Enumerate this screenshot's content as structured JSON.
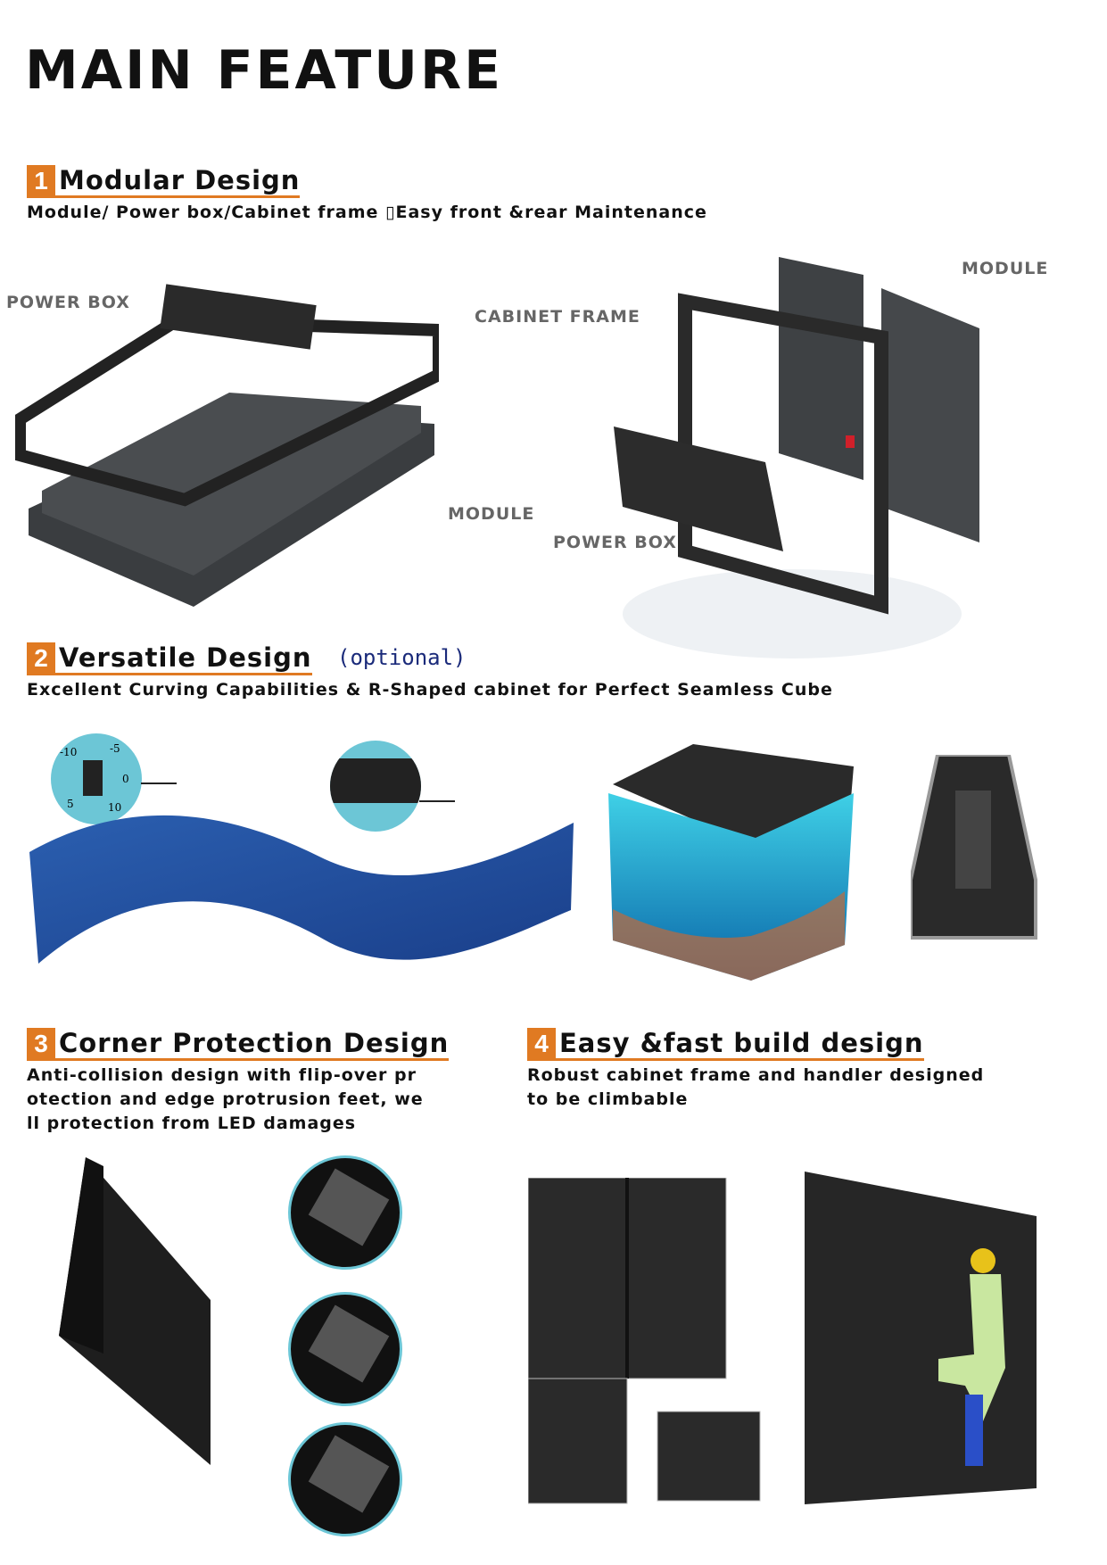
{
  "title": "MAIN FEATURE",
  "colors": {
    "accent": "#e07a22",
    "optional_text": "#1a2a7a",
    "label_gray": "#666666",
    "circle_border": "#6cc6d6"
  },
  "sections": [
    {
      "number": "1",
      "heading": "Modular Design",
      "description": [
        "Module/ Power box/Cabinet frame ▯Easy front &rear Maintenance"
      ],
      "labels": [
        "POWER BOX",
        "CABINET FRAME",
        "MODULE",
        "MODULE",
        "POWER BOX"
      ]
    },
    {
      "number": "2",
      "heading": "Versatile Design",
      "optional": "(optional)",
      "description": [
        "Excellent Curving Capabilities & R-Shaped cabinet for Perfect Seamless Cube"
      ],
      "dial": [
        "-10",
        "-5",
        "0",
        "5",
        "10"
      ]
    },
    {
      "number": "3",
      "heading": "Corner Protection Design",
      "description": [
        "Anti-collision design with flip-over pr",
        "otection and edge protrusion feet,  we",
        "ll protection from LED damages"
      ]
    },
    {
      "number": "4",
      "heading": "Easy &fast build design",
      "description": [
        "Robust cabinet frame and handler designed",
        "to be climbable"
      ]
    }
  ]
}
